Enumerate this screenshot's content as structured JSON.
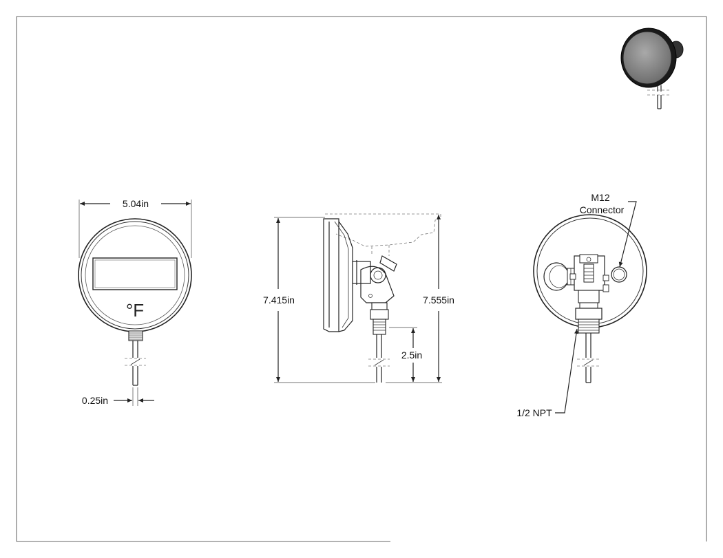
{
  "front_view": {
    "width_dim": "5.04in",
    "stem_dim": "0.25in",
    "unit_symbol": "°F"
  },
  "side_view": {
    "height_dim_left": "7.415in",
    "height_dim_right": "7.555in",
    "thread_dim": "2.5in"
  },
  "back_view": {
    "connector_label_line1": "M12",
    "connector_label_line2": "Connector",
    "thread_label": "1/2 NPT"
  }
}
